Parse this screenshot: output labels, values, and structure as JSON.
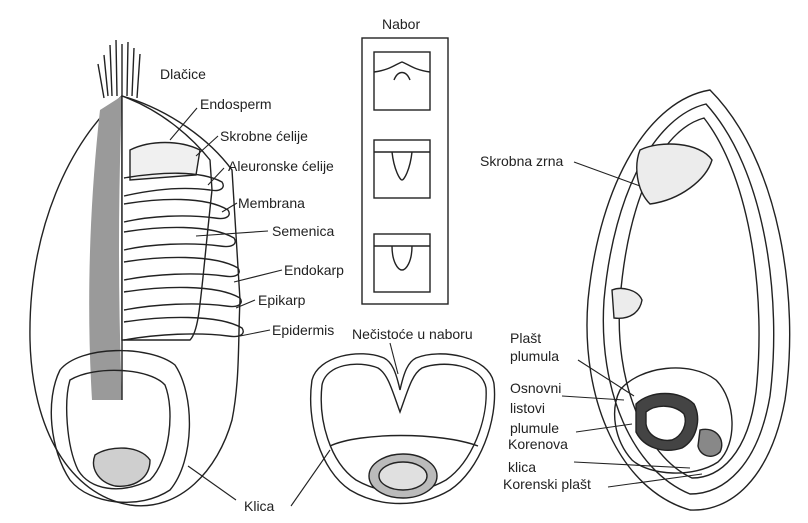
{
  "labels": {
    "dlacice": "Dlačice",
    "endosperm": "Endosperm",
    "skrobne_celije": "Skrobne ćelije",
    "aleuronske_celije": "Aleuronske ćelije",
    "membrana": "Membrana",
    "semenica": "Semenica",
    "endokarp": "Endokarp",
    "epikarp": "Epikarp",
    "epidermis": "Epidermis",
    "klica": "Klica",
    "nabor": "Nabor",
    "necistoce": "Nečistoće u naboru",
    "skrobna_zrna": "Skrobna zrna",
    "plast_line1": "Plašt",
    "plast_line2": "plumula",
    "osnovni_line1": "Osnovni",
    "osnovni_line2": "listovi",
    "osnovni_line3": "plumule",
    "korenova_line1": "Korenova",
    "korenova_line2": "klica",
    "korenski_plast": "Korenski plašt"
  },
  "colors": {
    "ink": "#222222",
    "paper": "#ffffff",
    "shade": "#888888"
  }
}
